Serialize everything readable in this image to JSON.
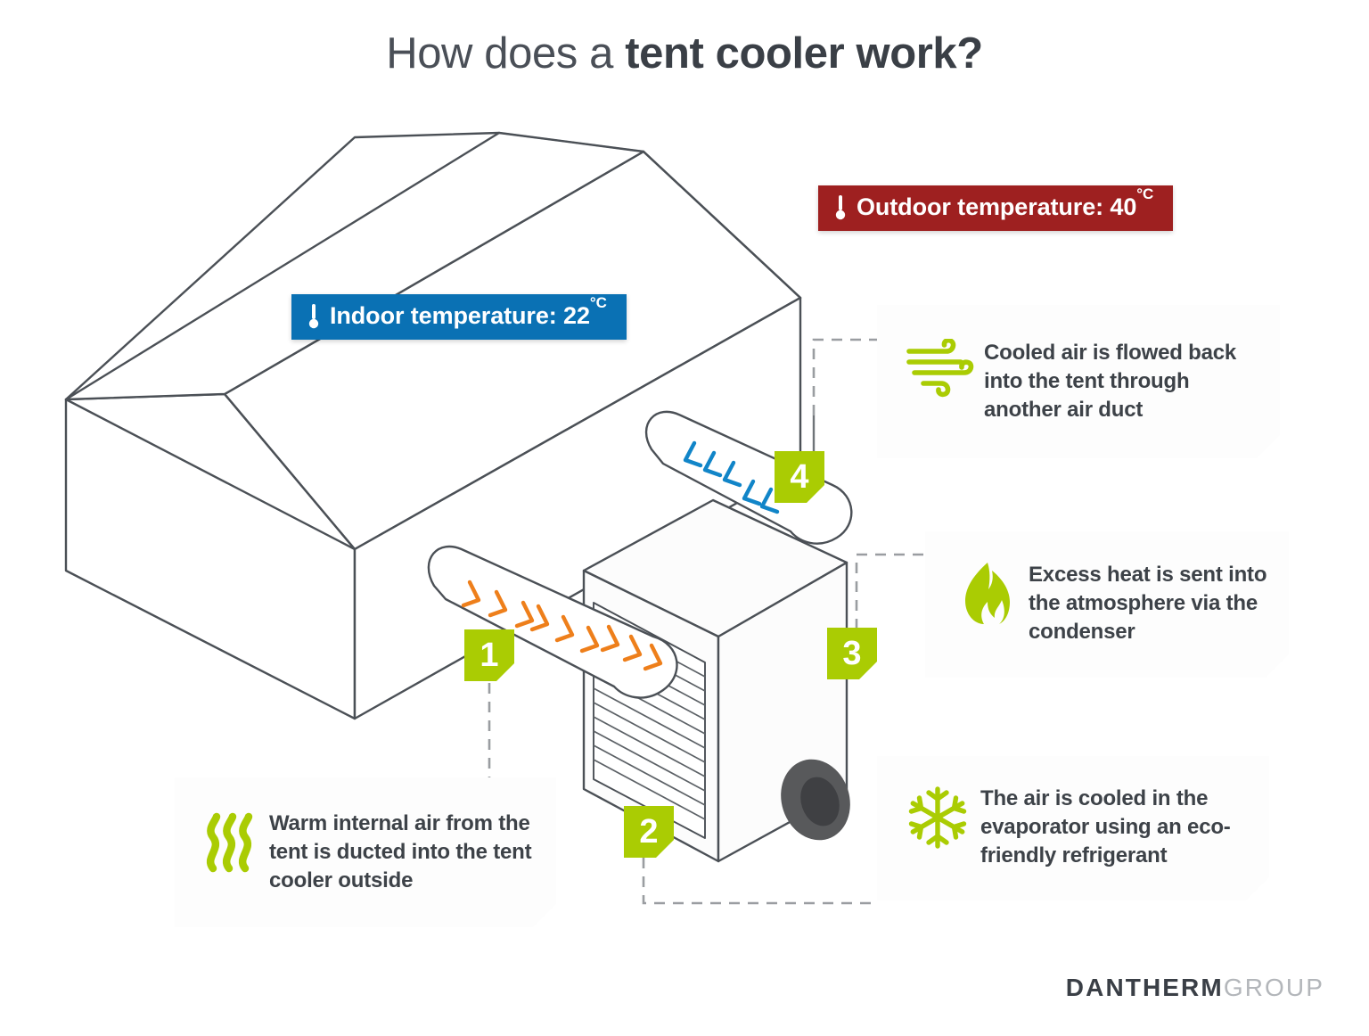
{
  "title": {
    "lead": "How does a ",
    "strong": "tent cooler work?"
  },
  "temperatures": {
    "indoor": {
      "icon": "thermometer-icon",
      "label": "Indoor temperature: 22",
      "degree": "°C",
      "color": "#0a71b4"
    },
    "outdoor": {
      "icon": "thermometer-icon",
      "label": "Outdoor temperature: 40",
      "degree": "°C",
      "color": "#9e2020"
    }
  },
  "steps": [
    {
      "number": "1",
      "icon": "heat-waves-icon",
      "text": "Warm internal air from the tent is ducted into the tent cooler outside"
    },
    {
      "number": "2",
      "icon": "snowflake-icon",
      "text": "The air is cooled in the evaporator using an eco-friendly refrigerant"
    },
    {
      "number": "3",
      "icon": "flame-icon",
      "text": "Excess heat is sent into the atmosphere via the condenser"
    },
    {
      "number": "4",
      "icon": "wind-icon",
      "text": "Cooled air is flowed back into the tent through another air duct"
    }
  ],
  "illustration": {
    "tent": "isometric-tent-building",
    "roof_tint": "#dde8f2",
    "cooler": "tent-cooler-unit",
    "duct_intake_arrows": "orange-chevrons",
    "duct_intake_color": "#ee7f1b",
    "duct_supply_arrows": "blue-chevrons",
    "duct_supply_color": "#1185c8",
    "outline_color": "#4b5056",
    "wheel_color": "#58595b"
  },
  "colors": {
    "accent_green": "#aacc03",
    "blue": "#0a71b4",
    "red": "#9e2020",
    "orange": "#ee7f1b",
    "text": "#3d4248"
  },
  "logo": {
    "primary": "DANTHERM",
    "secondary": "GROUP"
  }
}
